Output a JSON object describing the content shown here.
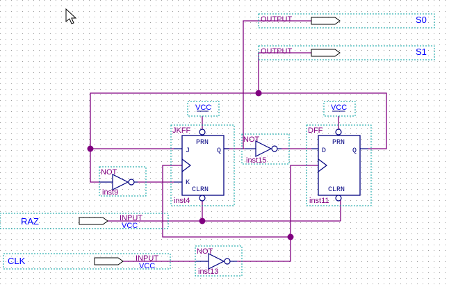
{
  "colors": {
    "wire": "#800080",
    "symbol": "#000080",
    "label": "#800080",
    "io_name": "#0000ff",
    "vcc_text": "#0000ff",
    "frame": "#00a0a0",
    "pin_fill": "#ffffff",
    "grid": "#9a9a9a",
    "background": "#ffffff"
  },
  "cursor": {
    "icon": "arrow-cursor-icon"
  },
  "outputs": [
    {
      "name": "S0",
      "type": "OUTPUT"
    },
    {
      "name": "S1",
      "type": "OUTPUT"
    }
  ],
  "inputs": [
    {
      "name": "RAZ",
      "type": "INPUT",
      "default": "VCC"
    },
    {
      "name": "CLK",
      "type": "INPUT",
      "default": "VCC"
    }
  ],
  "vcc": [
    {
      "label": "VCC"
    },
    {
      "label": "VCC"
    }
  ],
  "jkff": {
    "type": "JKFF",
    "instance": "inst4",
    "ports": {
      "prn": "PRN",
      "j": "J",
      "q": "Q",
      "k": "K",
      "clrn": "CLRN"
    }
  },
  "dff": {
    "type": "DFF",
    "instance": "inst11",
    "ports": {
      "prn": "PRN",
      "d": "D",
      "q": "Q",
      "clrn": "CLRN"
    }
  },
  "nots": [
    {
      "type": "NOT",
      "instance": "inst15"
    },
    {
      "type": "NOT",
      "instance": "inst9"
    },
    {
      "type": "NOT",
      "instance": "inst13"
    }
  ]
}
